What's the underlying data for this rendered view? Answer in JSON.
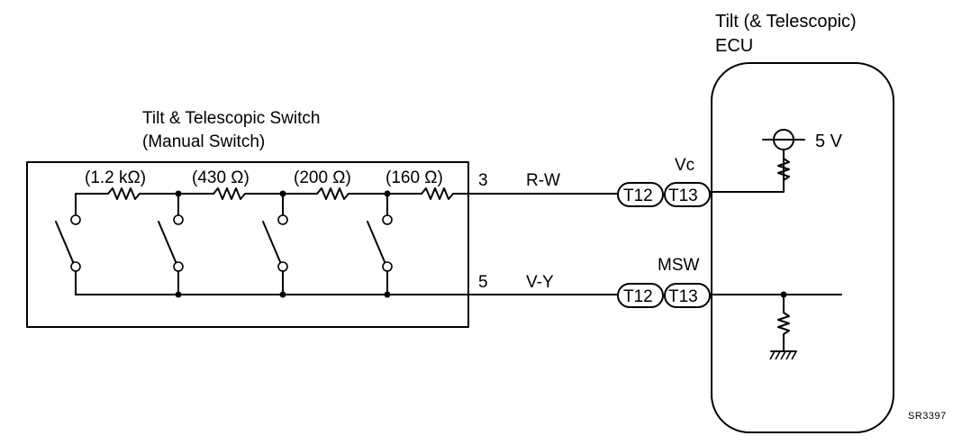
{
  "ecu": {
    "title_line1": "Tilt (& Telescopic)",
    "title_line2": "ECU",
    "supply": "5 V",
    "vc_label": "Vc",
    "msw_label": "MSW"
  },
  "switch": {
    "title_line1": "Tilt & Telescopic Switch",
    "title_line2": "(Manual Switch)",
    "resistors": [
      "(1.2 kΩ)",
      "(430 Ω)",
      "(200 Ω)",
      "(160 Ω)"
    ]
  },
  "wires": [
    {
      "pin": "3",
      "color": "R-W",
      "conn_a": "T12",
      "conn_b": "T13"
    },
    {
      "pin": "5",
      "color": "V-Y",
      "conn_a": "T12",
      "conn_b": "T13"
    }
  ],
  "code": "SR3397"
}
